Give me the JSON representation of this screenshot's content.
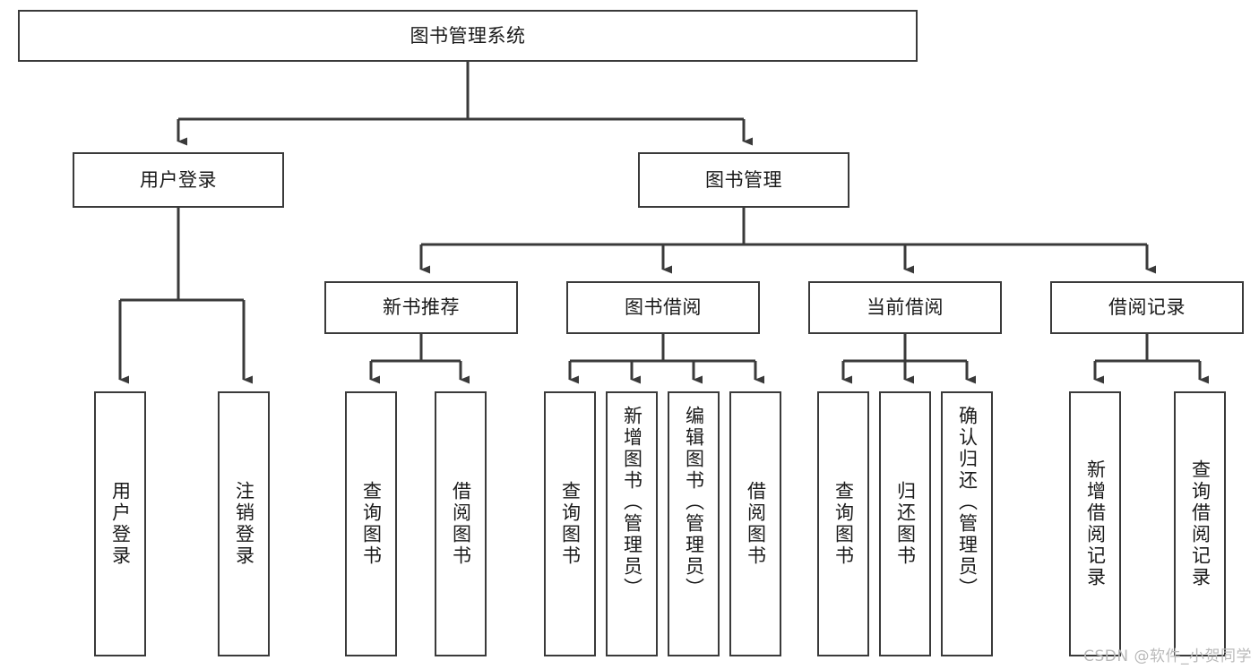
{
  "diagram": {
    "title": "图书管理系统",
    "type": "hierarchy-tree",
    "watermark": "CSDN @软件_小贺同学",
    "colors": {
      "box_border": "#3a3a3a",
      "box_fill": "#ffffff",
      "connector": "#3a3a3a",
      "text": "#1a1a1a",
      "watermark": "#b9b9b9",
      "page_background": "#ffffff"
    },
    "levels": {
      "root": {
        "label": "图书管理系统"
      },
      "level2": [
        {
          "id": "user-login",
          "label": "用户登录"
        },
        {
          "id": "book-manage",
          "label": "图书管理"
        }
      ],
      "level3": [
        {
          "id": "new-book-recommend",
          "label": "新书推荐"
        },
        {
          "id": "book-borrow",
          "label": "图书借阅"
        },
        {
          "id": "current-borrow",
          "label": "当前借阅"
        },
        {
          "id": "borrow-record",
          "label": "借阅记录"
        }
      ],
      "leaves": [
        {
          "id": "leaf-user-login",
          "label": "用户登录",
          "parent": "user-login"
        },
        {
          "id": "leaf-logout",
          "label": "注销登录",
          "parent": "user-login"
        },
        {
          "id": "leaf-query-book-1",
          "label": "查询图书",
          "parent": "new-book-recommend"
        },
        {
          "id": "leaf-borrow-book-1",
          "label": "借阅图书",
          "parent": "new-book-recommend"
        },
        {
          "id": "leaf-query-book-2",
          "label": "查询图书",
          "parent": "book-borrow"
        },
        {
          "id": "leaf-add-book",
          "label": "新增图书（管理员）",
          "parent": "book-borrow"
        },
        {
          "id": "leaf-edit-book",
          "label": "编辑图书（管理员）",
          "parent": "book-borrow"
        },
        {
          "id": "leaf-borrow-book-2",
          "label": "借阅图书",
          "parent": "book-borrow"
        },
        {
          "id": "leaf-query-book-3",
          "label": "查询图书",
          "parent": "current-borrow"
        },
        {
          "id": "leaf-return-book",
          "label": "归还图书",
          "parent": "current-borrow"
        },
        {
          "id": "leaf-confirm-return",
          "label": "确认归还（管理员）",
          "parent": "current-borrow"
        },
        {
          "id": "leaf-add-record",
          "label": "新增借阅记录",
          "parent": "borrow-record"
        },
        {
          "id": "leaf-query-record",
          "label": "查询借阅记录",
          "parent": "borrow-record"
        }
      ]
    }
  }
}
